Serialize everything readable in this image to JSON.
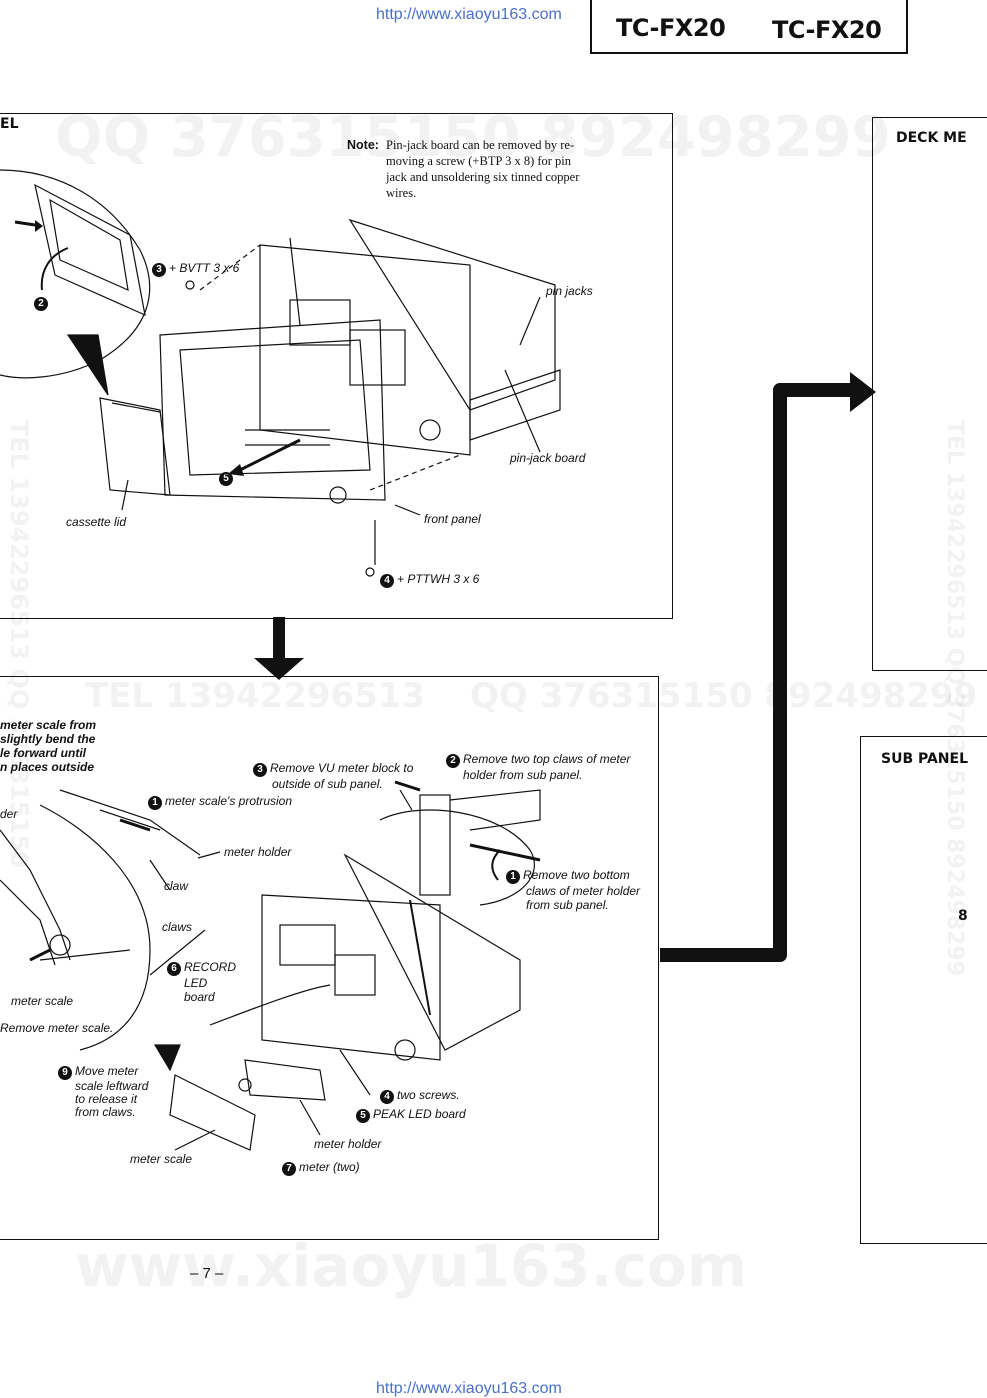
{
  "header": {
    "url_top": "http://www.xiaoyu163.com",
    "model_left": "TC-FX20",
    "model_right": "TC-FX20"
  },
  "top_panel": {
    "title": "EL",
    "note_label": "Note:",
    "note_lines": [
      "Pin-jack board can be removed by re-",
      "moving a screw (+BTP 3 x 8) for pin",
      "jack and unsoldering six tinned copper",
      "wires."
    ],
    "labels": {
      "screw3": "+ BVTT 3 x 6",
      "pin_jacks": "pin jacks",
      "pin_jack_board": "pin-jack board",
      "cassette_lid": "cassette lid",
      "front_panel": "front panel",
      "screw4": "+ PTTWH 3 x 6"
    },
    "step_numbers": [
      "3",
      "2",
      "5",
      "4"
    ]
  },
  "bottom_panel": {
    "left_text_lines": [
      "meter scale from",
      "slightly bend the",
      "le forward until",
      "n places outside"
    ],
    "labels": {
      "der": "der",
      "step3": "Remove VU meter block to",
      "step3b": "outside of sub panel.",
      "step2": "Remove two top claws of meter",
      "step2b": "holder from sub panel.",
      "step1": "meter scale's protrusion",
      "meter_holder_1": "meter holder",
      "claw": "claw",
      "claws": "claws",
      "step1b": "Remove two bottom",
      "step1b2": "claws of meter holder",
      "step1b3": "from sub panel.",
      "step6": "RECORD",
      "step6b": "LED",
      "step6c": "board",
      "meter_scale_1": "meter scale",
      "remove_meter_scale": "Remove meter scale.",
      "step9": "Move meter",
      "step9b": "scale leftward",
      "step9c": "to release it",
      "step9d": "from claws.",
      "step4": "two screws.",
      "step5": "PEAK LED board",
      "meter_holder_2": "meter holder",
      "meter_scale_2": "meter scale",
      "step7": "meter (two)"
    },
    "step_numbers": [
      "3",
      "2",
      "1",
      "1",
      "6",
      "9",
      "4",
      "5",
      "7"
    ]
  },
  "right_panels": {
    "deck": "DECK ME",
    "sub": "SUB PANEL",
    "step_glyph": "8"
  },
  "footer": {
    "page": "– 7 –",
    "url_bottom": "http://www.xiaoyu163.com"
  },
  "watermarks": {
    "qq_top": "QQ 376315150  892498299",
    "tel_mid": "TEL 13942296513",
    "qq_mid": "QQ 376315150  892498299",
    "site": "www.xiaoyu163.com",
    "tel_vert_left": "TEL 13942296513  QQ 376315150",
    "tel_vert_right": "TEL 13942296513  QQ 376315150  892498299"
  }
}
